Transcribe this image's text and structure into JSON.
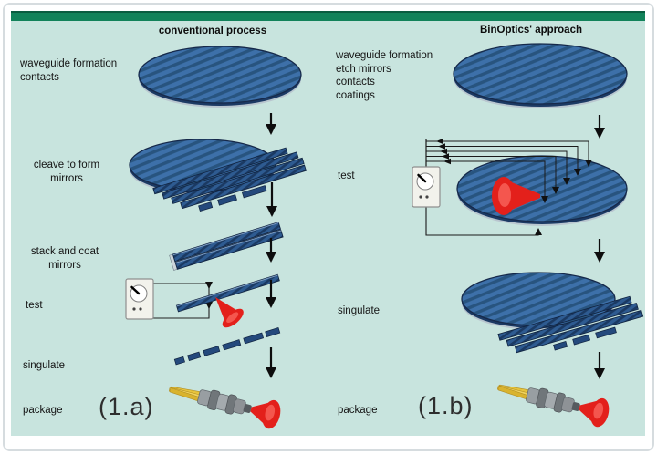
{
  "left": {
    "header": "conventional process",
    "steps": [
      "waveguide formation\ncontacts",
      "cleave to form\nmirrors",
      "stack and coat\nmirrors",
      "test",
      "singulate",
      "package"
    ],
    "tag": "(1.a)"
  },
  "right": {
    "header": "BinOptics' approach",
    "steps": [
      "waveguide formation\netch mirrors\ncontacts\ncoatings",
      "test",
      "singulate",
      "package"
    ],
    "tag": "(1.b)"
  },
  "colors": {
    "panel_background": "#c8e4de",
    "banner_green": "#12825a",
    "wafer_blue": "#3d70a9",
    "wafer_stripe": "#28547f",
    "beam_red": "#e3201b",
    "beam_highlight": "#f4564e",
    "fiber_yellow": "#e7c43c"
  },
  "icons": {
    "wafer": "striped-blue-ellipse",
    "cleaved-bars": "diagonal-striped-strips",
    "down-arrow": "black-vertical-arrow",
    "multimeter": "dial-meter-box",
    "laser-beam": "red-cone",
    "fiber-package": "fiber-connector-with-red-cone"
  }
}
